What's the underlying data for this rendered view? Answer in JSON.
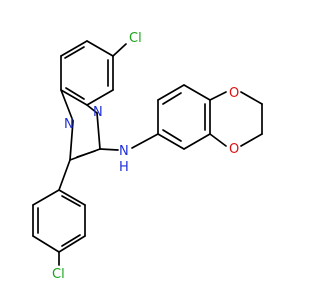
{
  "colors": {
    "carbon_bond": "#000000",
    "nitrogen": "#1f2fd6",
    "oxygen": "#e01010",
    "chlorine": "#1aa31a",
    "background": "#ffffff"
  },
  "labels": {
    "cl_top": "Cl",
    "n_ring": "N",
    "n_imine": "N",
    "n_amine": "N",
    "h_amine": "H",
    "o_upper": "O",
    "o_lower": "O",
    "cl_bottom": "Cl"
  }
}
